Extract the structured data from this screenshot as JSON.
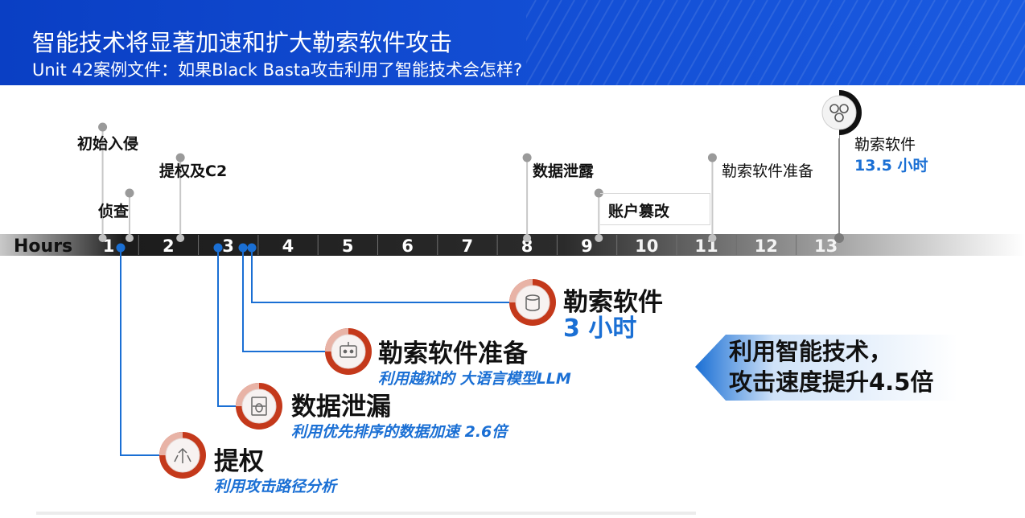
{
  "header": {
    "title": "智能技术将显著加速和扩大勒索软件攻击",
    "subtitle": "Unit 42案例文件：如果Black Basta攻击利用了智能技术会怎样?"
  },
  "timeline": {
    "axis_label": "Hours",
    "ticks": [
      "1",
      "2",
      "3",
      "4",
      "5",
      "6",
      "7",
      "8",
      "9",
      "10",
      "11",
      "12",
      "13"
    ],
    "events_above": [
      {
        "label": "初始入侵",
        "hour": 0.9
      },
      {
        "label": "侦查",
        "hour": 1.35
      },
      {
        "label": "提权及C2",
        "hour": 2.2
      },
      {
        "label": "数据泄露",
        "hour": 8.0
      },
      {
        "label": "账户篡改",
        "hour": 9.2
      },
      {
        "label": "勒索软件准备",
        "hour": 11.1
      }
    ],
    "end_event": {
      "label": "勒索软件",
      "value": "13.5 小时",
      "icon": "gear-cluster-icon"
    }
  },
  "ai_steps": [
    {
      "title": "勒索软件",
      "hours": "3 小时",
      "icon": "database-lock-icon",
      "hour": 3.4
    },
    {
      "title": "勒索软件准备",
      "subtitle": "利用越狱的 大语言模型LLM",
      "icon": "robot-icon",
      "hour": 3.3
    },
    {
      "title": "数据泄漏",
      "subtitle": "利用优先排序的数据加速 2.6倍",
      "icon": "bug-document-icon",
      "hour": 2.9
    },
    {
      "title": "提权",
      "subtitle": "利用攻击路径分析",
      "icon": "branching-arrows-icon",
      "hour": 1.35
    }
  ],
  "arrow_callout": {
    "line1": "利用智能技术，",
    "line2": "攻击速度提升4.5倍"
  },
  "colors": {
    "banner": "#1450d6",
    "accent_blue": "#1a6fd4",
    "icon_ring": "#c4391b",
    "dot_gray": "#9a9a9a"
  }
}
